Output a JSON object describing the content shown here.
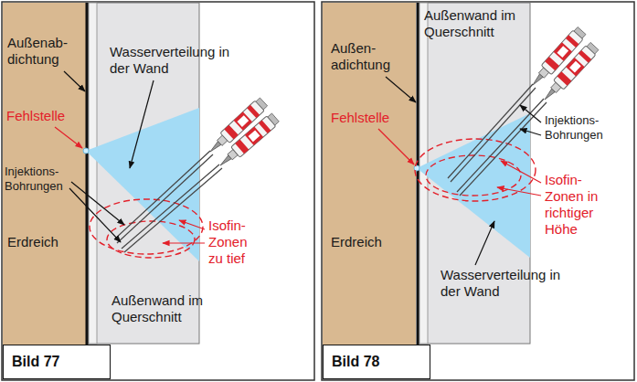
{
  "diagram": {
    "nodes": [
      {
        "text": [
          "Bild 77"
        ]
      },
      {
        "text": [
          "Bild 78"
        ]
      }
    ],
    "labels": [
      "Außenab- dichtung",
      "Wasserverteilung in der Wand",
      "Fehlstelle",
      "Injektions- Bohrungen",
      "Erdreich",
      "Isofin- Zonen zu tief",
      "Außenwand im Querschnitt",
      "Außen- adichtung",
      "Außenwand im Querschnitt",
      "Fehlstelle",
      "Injektions- Bohrungen",
      "Isofin- Zonen in richtiger Höhe",
      "Erdreich",
      "Wasserverteilung in der Wand"
    ]
  }
}
